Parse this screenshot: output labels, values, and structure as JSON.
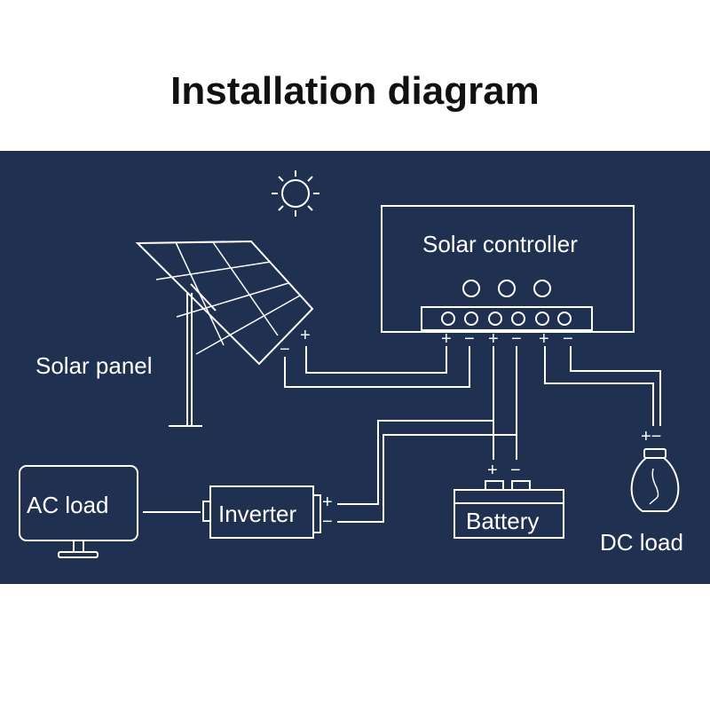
{
  "title": "Installation diagram",
  "labels": {
    "solar_controller": "Solar controller",
    "solar_panel": "Solar panel",
    "ac_load": "AC load",
    "inverter": "Inverter",
    "battery": "Battery",
    "dc_load": "DC load"
  },
  "symbols": {
    "plus": "+",
    "minus": "−",
    "dc_pair": "+−"
  },
  "colors": {
    "background": "#1f3050",
    "line": "#ffffff",
    "title": "#111111"
  },
  "icons": [
    "sun-icon",
    "solar-panel-icon",
    "monitor-icon",
    "inverter-icon",
    "battery-icon",
    "bulb-icon"
  ]
}
